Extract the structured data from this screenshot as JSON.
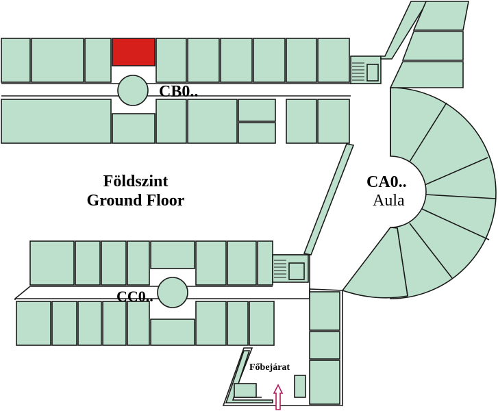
{
  "floor": {
    "name_hu": "Földszint",
    "name_en": "Ground Floor"
  },
  "wings": {
    "cb": "CB0..",
    "cc": "CC0..",
    "ca": "CA0..",
    "ca_sub": "Aula"
  },
  "entrance": {
    "label": "Főbejárat"
  },
  "colors": {
    "room_fill": "#bde0cc",
    "selected_room": "#d61f1a",
    "outline": "#1a1a1a",
    "entrance_arrow": "#b0195a"
  },
  "selected_room": "red room in CB wing, top row"
}
